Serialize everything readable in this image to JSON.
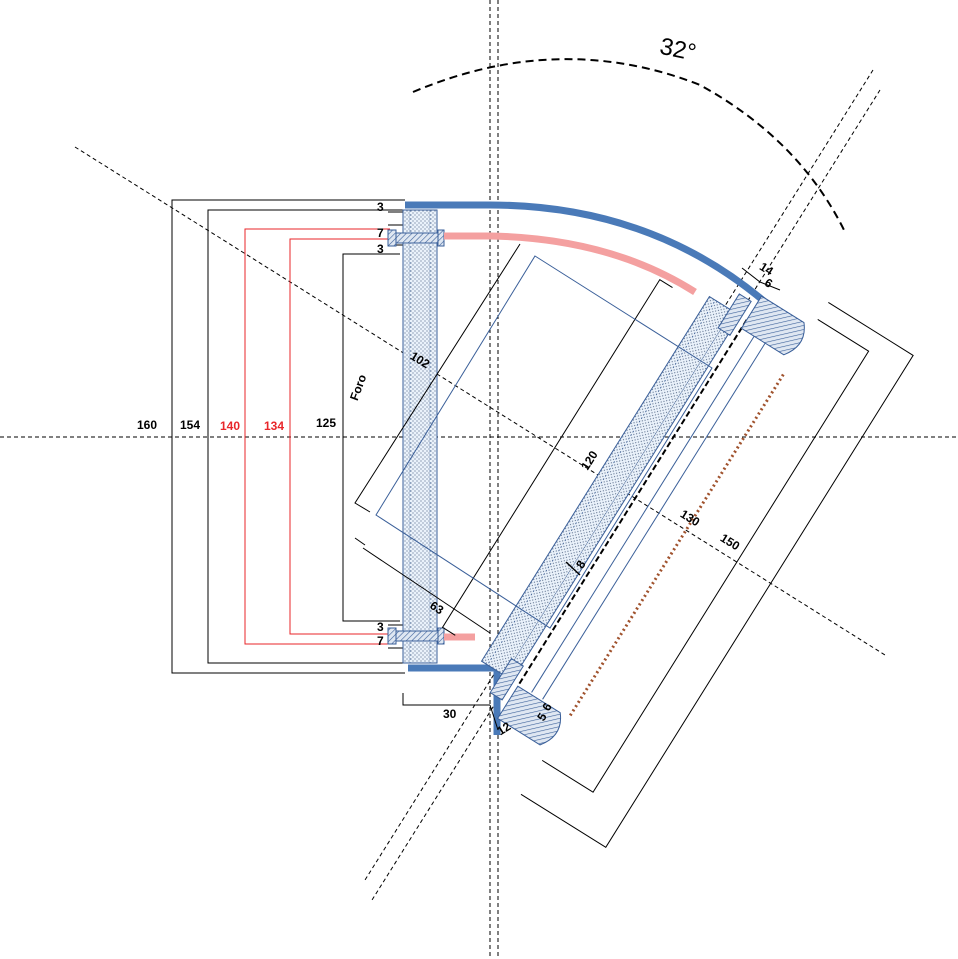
{
  "angle_label": "32°",
  "labels": {
    "d160": "160",
    "d154": "154",
    "d140": "140",
    "d134": "134",
    "d125": "125",
    "foro": "Foro",
    "d3_top": "3",
    "d7_top": "7",
    "d3_top2": "3",
    "d3_bot": "3",
    "d7_bot": "7",
    "d102": "102",
    "d120": "120",
    "d130": "130",
    "d150": "150",
    "d63": "63",
    "d8": "8",
    "d30": "30",
    "d12": "12",
    "d14": "14",
    "d6_top": "6",
    "d5": "5",
    "d6_bot": "6"
  },
  "colors": {
    "blue_profile": "#4a7ab8",
    "pink_profile": "#f4a0a0",
    "red_dimension": "#e8262a",
    "rust_dotted": "#a0522d",
    "outline_blue": "#3a5f99"
  }
}
